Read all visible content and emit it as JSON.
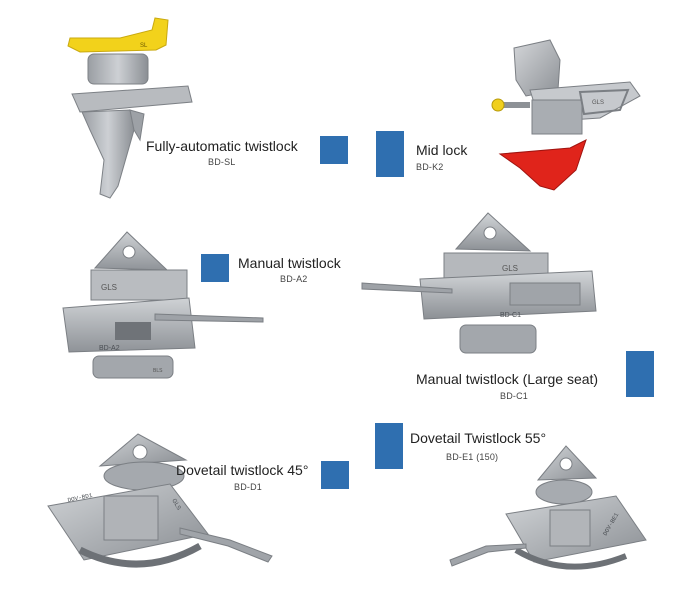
{
  "accent_color": "#2f6fb0",
  "products": [
    {
      "name": "Fully-automatic twistlock",
      "code": "BD-SL"
    },
    {
      "name": "Mid lock",
      "code": "BD-K2"
    },
    {
      "name": "Manual twistlock",
      "code": "BD-A2"
    },
    {
      "name": "Manual twistlock (Large seat)",
      "code": "BD-C1"
    },
    {
      "name": "Dovetail Twistlock 55°",
      "code": "BD-E1 (150)"
    },
    {
      "name": "Dovetail twistlock 45°",
      "code": "BD-D1"
    }
  ],
  "stamps": {
    "sl": "SL",
    "gls_k2": "GLS",
    "gls_a2": "GLS",
    "a2_mark": "BD-A2",
    "a2_base": "BLS",
    "gls_c1": "GLS",
    "c1_mark": "BD-C1",
    "d1_side": "DOV-BD1",
    "e1_side": "DOV-BE1",
    "gls_d1": "GLS"
  }
}
